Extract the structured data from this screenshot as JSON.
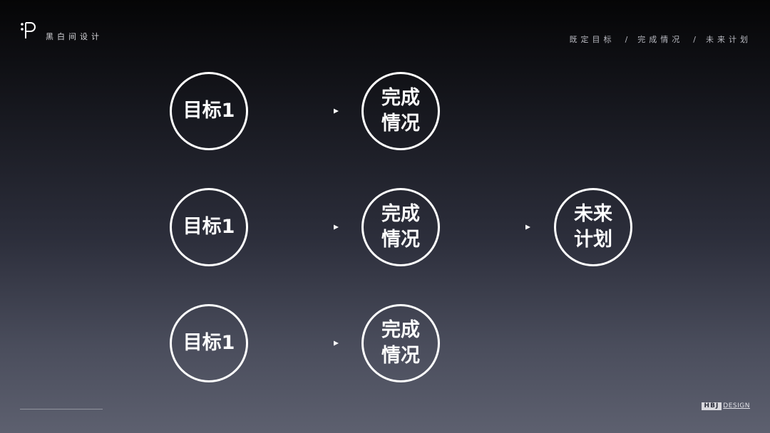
{
  "header": {
    "brand_name": "黑白间设计",
    "logo_icon": "p-monogram-logo-icon",
    "breadcrumb": [
      "既定目标",
      "完成情况",
      "未来计划"
    ],
    "breadcrumb_separator": "/"
  },
  "flow": {
    "rows": [
      {
        "goal": "目标1",
        "status": "完成情况"
      },
      {
        "goal": "目标1",
        "status": "完成情况",
        "plan": "未来计划"
      },
      {
        "goal": "目标1",
        "status": "完成情况"
      }
    ]
  },
  "footer": {
    "badge_left": "HBJ",
    "badge_right": "DESIGN"
  },
  "colors": {
    "background_top": "#050506",
    "background_bottom": "#5d606f",
    "circle_stroke": "#ffffff",
    "text": "#ffffff"
  }
}
